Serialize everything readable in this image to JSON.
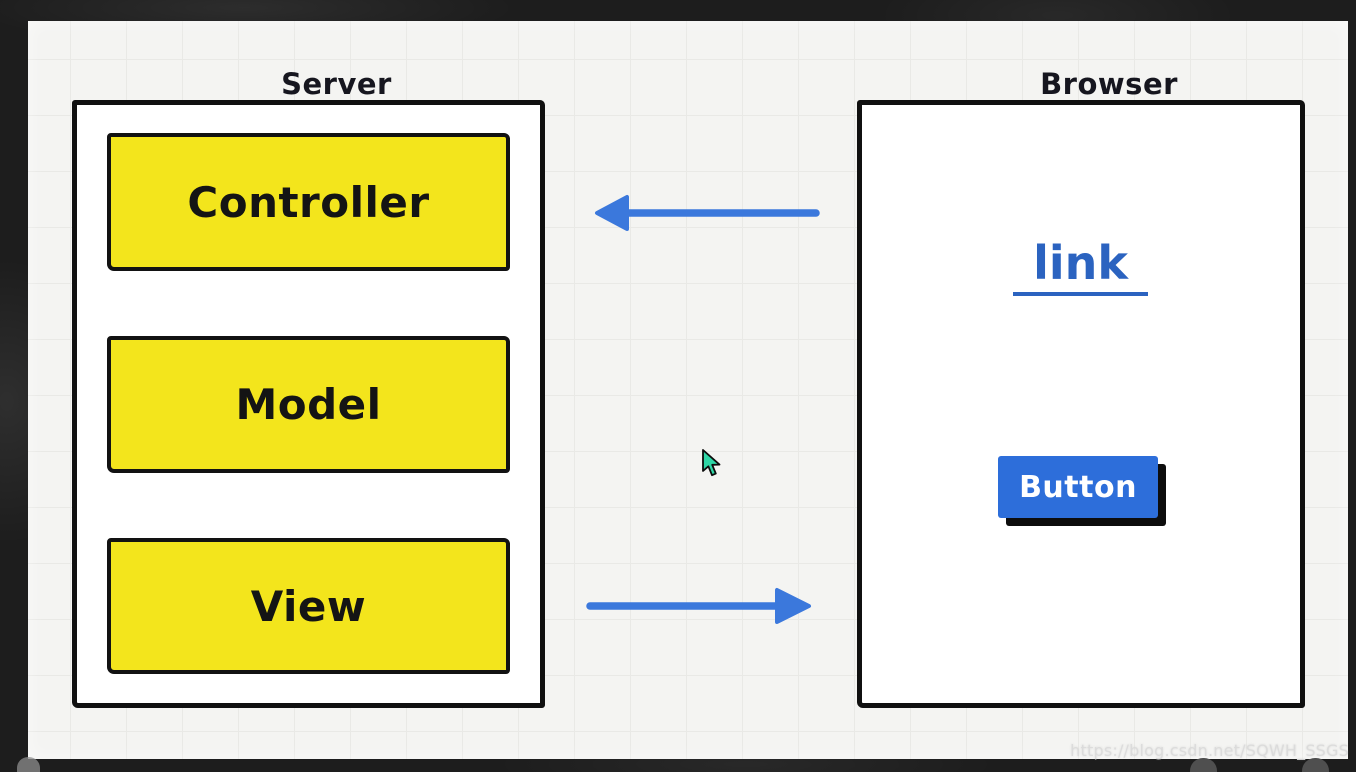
{
  "diagram": {
    "server": {
      "label": "Server",
      "boxes": [
        {
          "label": "Controller"
        },
        {
          "label": "Model"
        },
        {
          "label": "View"
        }
      ]
    },
    "browser": {
      "label": "Browser",
      "link_label": "link",
      "button_label": "Button"
    },
    "arrows": [
      {
        "name": "browser-to-controller",
        "direction": "left"
      },
      {
        "name": "view-to-browser",
        "direction": "right"
      }
    ],
    "colors": {
      "frame_bg": "#1D1D1D",
      "canvas_bg": "#F4F4F2",
      "box_fill": "#F3E51C",
      "box_border": "#111111",
      "arrow_blue": "#3B78DC",
      "button_bg": "#2D6EDA",
      "button_text": "#FFFFFF",
      "link_blue": "#2B63C0",
      "cursor_teal": "#2FD6A6"
    }
  },
  "watermark": "https://blog.csdn.net/SQWH_SSGS"
}
